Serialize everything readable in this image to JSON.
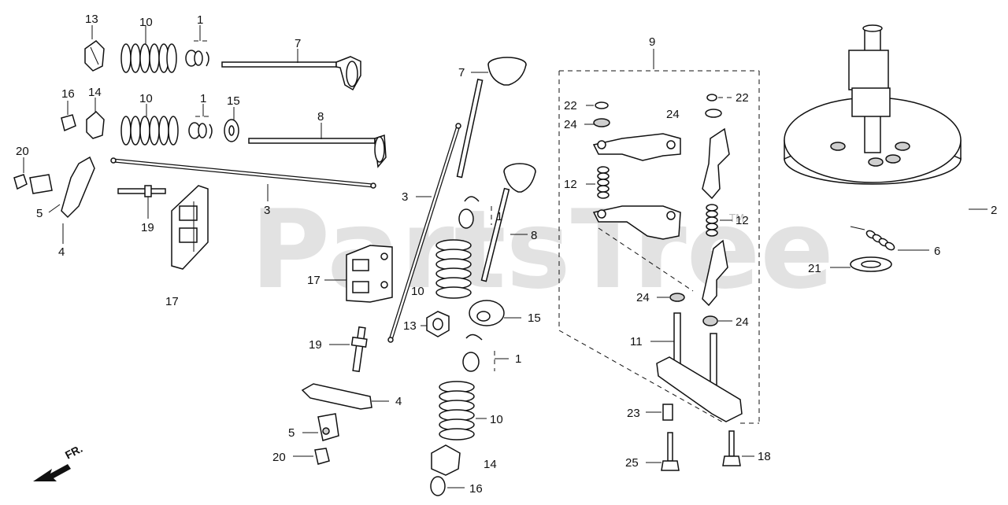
{
  "watermark": {
    "text": "PartsTree",
    "tm": "TM"
  },
  "direction": {
    "label": "FR."
  },
  "callouts": {
    "c13a": "13",
    "c10a": "10",
    "c1a": "1",
    "c7a": "7",
    "c16a": "16",
    "c14a": "14",
    "c10b": "10",
    "c1b": "1",
    "c15a": "15",
    "c8a": "8",
    "c20a": "20",
    "c5a": "5",
    "c4a": "4",
    "c3a": "3",
    "c19a": "19",
    "c17a": "17",
    "c7b": "7",
    "c3b": "3",
    "c1c": "1",
    "c8b": "8",
    "c17b": "17",
    "c10c": "10",
    "c13b": "13",
    "c15b": "15",
    "c19b": "19",
    "c1d": "1",
    "c4b": "4",
    "c10d": "10",
    "c5b": "5",
    "c20b": "20",
    "c14b": "14",
    "c16b": "16",
    "c9": "9",
    "c22a": "22",
    "c22b": "22",
    "c24a": "24",
    "c24b": "24",
    "c12a": "12",
    "c12b": "12",
    "c24c": "24",
    "c24d": "24",
    "c11": "11",
    "c23": "23",
    "c25": "25",
    "c18": "18",
    "c2": "2",
    "c6": "6",
    "c21": "21"
  }
}
